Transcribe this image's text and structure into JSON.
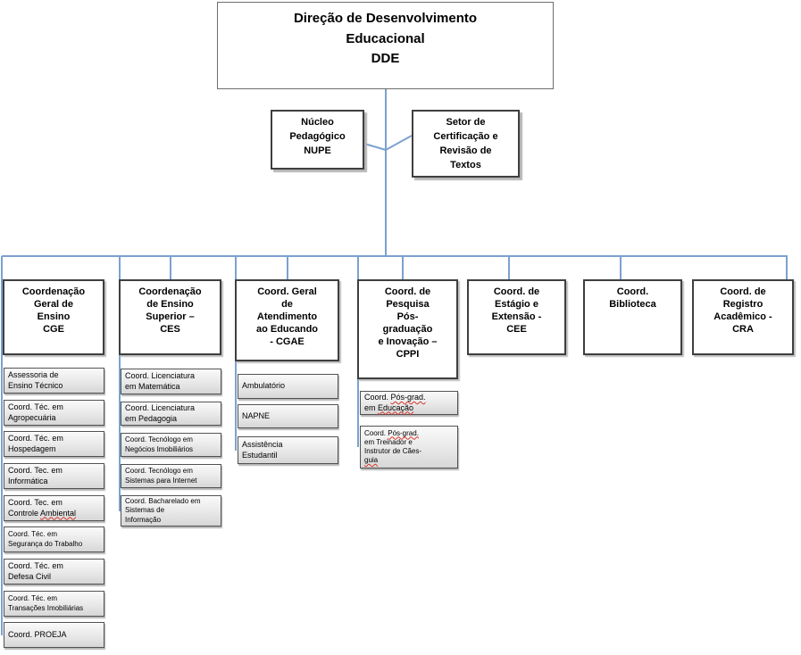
{
  "root": {
    "title": "Direção de Desenvolvimento\nEducacional\nDDE"
  },
  "secondary": [
    {
      "id": "nupe",
      "title": "Núcleo\nPedagógico\nNUPE"
    },
    {
      "id": "certificacao",
      "title": "Setor de\nCertificação e\nRevisão de\nTextos"
    }
  ],
  "columns": [
    {
      "id": "cge",
      "title": "Coordenação\nGeral de\nEnsino\nCGE",
      "items": [
        "Assessoria de\nEnsino Técnico",
        "Coord. Téc. em\nAgropecuária",
        "Coord. Téc. em\nHospedagem",
        "Coord. Tec. em\nInformática",
        "Coord. Tec. em\nControle Ambiental",
        "Coord. Téc. em\nSegurança do Trabalho",
        "Coord. Téc. em\nDefesa Civil",
        "Coord. Téc. em\nTransações Imobiliárias",
        "Coord. PROEJA"
      ]
    },
    {
      "id": "ces",
      "title": "Coordenação\nde Ensino\nSuperior –\nCES",
      "items": [
        "Coord. Licenciatura\nem Matemática",
        "Coord. Licenciatura\nem Pedagogia",
        "Coord. Tecnólogo em\nNegócios Imobiliários",
        "Coord. Tecnólogo em\nSistemas para Internet",
        "Coord. Bacharelado em\nSistemas de\nInformação"
      ]
    },
    {
      "id": "cgae",
      "title": "Coord. Geral\nde\nAtendimento\nao Educando\n- CGAE",
      "items": [
        "Ambulatório",
        "NAPNE",
        "Assistência\nEstudantil"
      ]
    },
    {
      "id": "cppi",
      "title": "Coord. de\nPesquisa\nPós-\ngraduação\ne Inovação –\nCPPI",
      "items": [
        "Coord. Pós-grad.\nem Educação",
        "Coord. Pós-grad.\nem Treinador e\nInstrutor de Cães-\nguia"
      ]
    },
    {
      "id": "cee",
      "title": "Coord. de\nEstágio e\nExtensão -\nCEE",
      "items": []
    },
    {
      "id": "biblioteca",
      "title": "Coord.\nBiblioteca",
      "items": []
    },
    {
      "id": "cra",
      "title": "Coord. de\nRegistro\nAcadêmico -\nCRA",
      "items": []
    }
  ],
  "misspelled_words": [
    "Pós-grad.",
    "Educação",
    "Ambiental",
    "guia"
  ],
  "colors": {
    "connector": "#7ca1cf",
    "node_border": "#3f3f3f",
    "item_fill_top": "#fafafa",
    "item_fill_bottom": "#d7d7d7",
    "squiggle": "#d8352a"
  }
}
